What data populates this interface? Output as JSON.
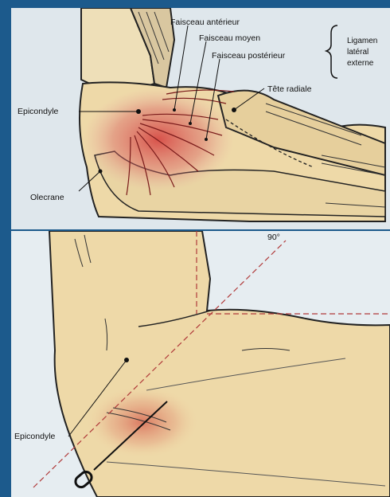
{
  "top_panel": {
    "labels": {
      "faisceau_anterieur": "Faisceau antérieur",
      "faisceau_moyen": "Faisceau moyen",
      "faisceau_posterieur": "Faisceau postérieur",
      "ligament_line1": "Ligamen",
      "ligament_line2": "latéral",
      "ligament_line3": "externe",
      "tete_radiale": "Tête radiale",
      "epicondyle": "Epicondyle",
      "olecrane": "Olecrane"
    }
  },
  "bottom_panel": {
    "labels": {
      "angle": "90°",
      "epicondyle": "Epicondyle"
    }
  },
  "colors": {
    "frame": "#1c5a8c",
    "skin": "#eed9a8",
    "ligament_red": "#c43a3a",
    "dashed_line": "#b03a3a"
  }
}
